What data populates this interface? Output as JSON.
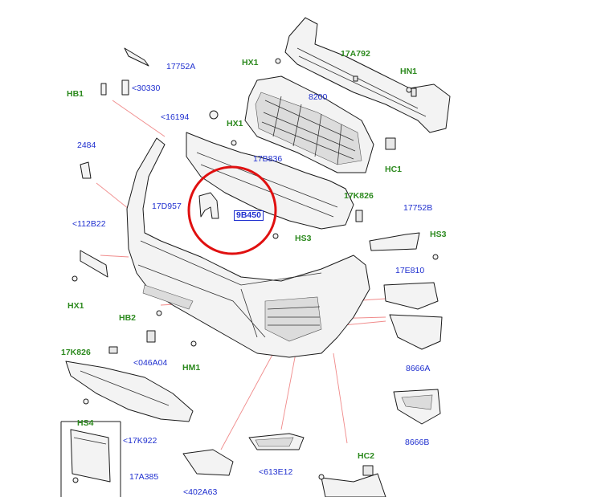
{
  "diagram": {
    "highlight_color": "#e01010",
    "callout_blue": "#1f2fcf",
    "callout_green": "#2d8a1f",
    "leader_color": "#f08a8a",
    "labels": {
      "l_17752A": "17752A",
      "l_30330": "<30330",
      "l_HB1": "HB1",
      "l_HX1a": "HX1",
      "l_17A792": "17A792",
      "l_HN1": "HN1",
      "l_8200": "8200",
      "l_16194": "<16194",
      "l_HX1b": "HX1",
      "l_2484": "2484",
      "l_17B836": "17B836",
      "l_HC1": "HC1",
      "l_17K826a": "17K826",
      "l_17D957": "17D957",
      "l_9B450": "9B450",
      "l_17752B": "17752B",
      "l_112B22": "<112B22",
      "l_HS3a": "HS3",
      "l_HS3b": "HS3",
      "l_17E810": "17E810",
      "l_HX1c": "HX1",
      "l_HB2": "HB2",
      "l_17K826b": "17K826",
      "l_046A04": "<046A04",
      "l_HM1": "HM1",
      "l_8666A": "8666A",
      "l_HS4": "HS4",
      "l_17K922": "<17K922",
      "l_8666B": "8666B",
      "l_17A385": "17A385",
      "l_613E12": "<613E12",
      "l_HC2": "HC2",
      "l_402A63": "<402A63"
    }
  }
}
